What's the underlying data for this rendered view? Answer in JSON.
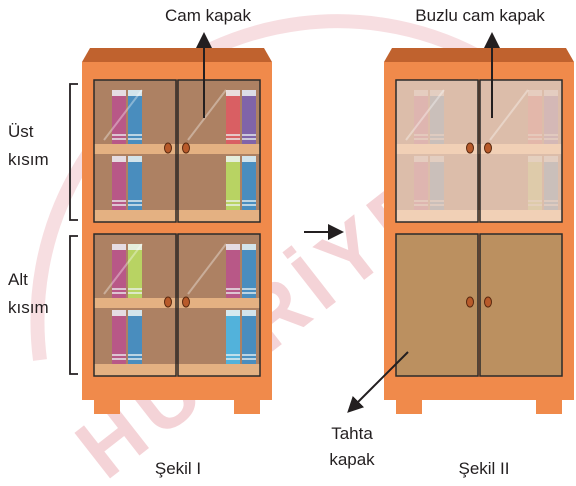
{
  "labels": {
    "glass_door": "Cam kapak",
    "frosted_glass_door": "Buzlu cam kapak",
    "upper_section_line1": "Üst",
    "upper_section_line2": "kısım",
    "lower_section_line1": "Alt",
    "lower_section_line2": "kısım",
    "wooden_door_line1": "Tahta",
    "wooden_door_line2": "kapak",
    "figure_1": "Şekil I",
    "figure_2": "Şekil II"
  },
  "watermark": {
    "text": "HÜRRİYET",
    "color": "#e8a0a8"
  },
  "colors": {
    "cabinet_frame": "#f08a4b",
    "cabinet_top": "#c0622e",
    "cabinet_feet": "#f08a4b",
    "shelf_back": "#a8613a",
    "shelf_board": "#f4a464",
    "glass": "#b9d3d0",
    "frosted_glass": "#f0e0d6",
    "wood_door": "#bb9060",
    "door_outline": "#2b2b2b",
    "knob": "#b85a2a",
    "book_magenta": "#b8296b",
    "book_blue": "#1e72b8",
    "book_red": "#e5333a",
    "book_purple": "#6a3a9a",
    "book_lime": "#b8d33a",
    "book_cyan": "#2aa6e0"
  },
  "figure_1_books": {
    "upper_left_top": [
      "book_magenta",
      "book_blue"
    ],
    "upper_right_top": [
      "book_red",
      "book_purple"
    ],
    "upper_left_bottom": [
      "book_magenta",
      "book_blue"
    ],
    "upper_right_bottom": [
      "book_lime",
      "book_blue"
    ],
    "lower_left_top": [
      "book_magenta",
      "book_lime"
    ],
    "lower_right_top": [
      "book_magenta",
      "book_blue"
    ],
    "lower_left_bottom": [
      "book_magenta",
      "book_blue"
    ],
    "lower_right_bottom": [
      "book_cyan",
      "book_blue"
    ]
  },
  "figure_2_books": {
    "upper_left_top": [
      "book_magenta",
      "book_blue"
    ],
    "upper_right_top": [
      "book_red",
      "book_purple"
    ],
    "upper_left_bottom": [
      "book_magenta",
      "book_blue"
    ],
    "upper_right_bottom": [
      "book_lime",
      "book_blue"
    ]
  }
}
